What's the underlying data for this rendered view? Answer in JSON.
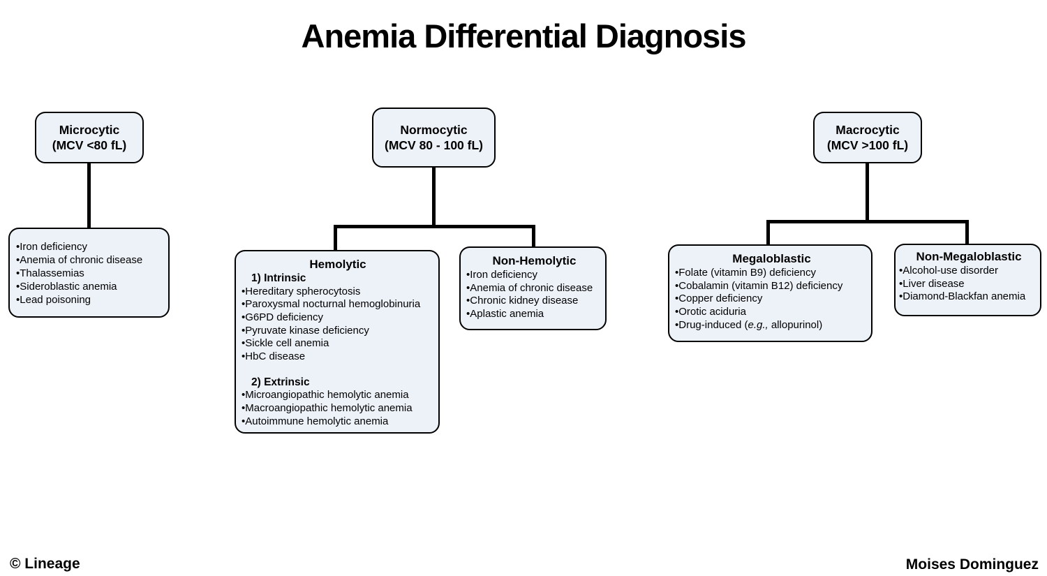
{
  "title": "Anemia Differential Diagnosis",
  "footer": {
    "left": "© Lineage",
    "right": "Moises Dominguez"
  },
  "colors": {
    "box_fill": "#edf2f9",
    "box_border": "#000000",
    "connector": "#000000",
    "background": "#ffffff"
  },
  "nodes": {
    "microcytic": {
      "title": "Microcytic",
      "subtitle": "(MCV <80 fL)"
    },
    "normocytic": {
      "title": "Normocytic",
      "subtitle": "(MCV 80 - 100 fL)"
    },
    "macrocytic": {
      "title": "Macrocytic",
      "subtitle": "(MCV >100 fL)"
    },
    "microcytic_causes": {
      "items": [
        "Iron deficiency",
        "Anemia of chronic disease",
        "Thalassemias",
        "Sideroblastic anemia",
        "Lead poisoning"
      ]
    },
    "hemolytic": {
      "title": "Hemolytic",
      "sections": [
        {
          "heading": "1) Intrinsic",
          "items": [
            "Hereditary spherocytosis",
            "Paroxysmal nocturnal hemoglobinuria",
            "G6PD deficiency",
            "Pyruvate kinase deficiency",
            "Sickle cell anemia",
            "HbC disease"
          ]
        },
        {
          "heading": "2) Extrinsic",
          "items": [
            "Microangiopathic hemolytic anemia",
            "Macroangiopathic hemolytic anemia",
            "Autoimmune hemolytic anemia"
          ]
        }
      ]
    },
    "non_hemolytic": {
      "title": "Non-Hemolytic",
      "items": [
        "Iron deficiency",
        "Anemia of chronic disease",
        "Chronic kidney disease",
        "Aplastic anemia"
      ]
    },
    "megaloblastic": {
      "title": "Megaloblastic",
      "items": [
        "Folate (vitamin B9) deficiency",
        "Cobalamin (vitamin B12) deficiency",
        "Copper deficiency",
        "Orotic aciduria",
        {
          "parts": [
            {
              "text": "Drug-induced ("
            },
            {
              "text": "e.g.,",
              "italic": true
            },
            {
              "text": " allopurinol)"
            }
          ]
        }
      ]
    },
    "non_megaloblastic": {
      "title": "Non-Megaloblastic",
      "items": [
        "Alcohol-use disorder",
        "Liver disease",
        "Diamond-Blackfan anemia"
      ]
    }
  }
}
